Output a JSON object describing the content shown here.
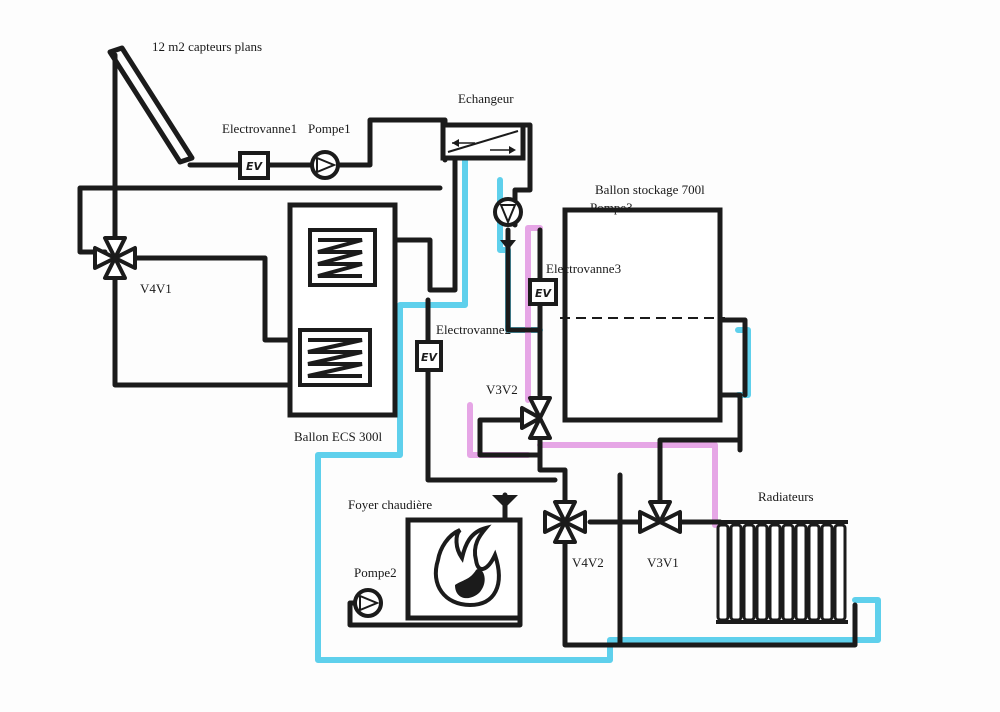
{
  "labels": {
    "collectors": "12 m2 capteurs plans",
    "electrovanne1": "Electrovanne1",
    "pompe1": "Pompe1",
    "echangeur": "Echangeur",
    "ballon_stockage": "Ballon stockage 700l",
    "pompe3": "Pompe3",
    "electrovanne3": "Electrovanne3",
    "v4v1": "V4V1",
    "electrovanne2": "Electrovanne2",
    "v3v2": "V3V2",
    "ballon_ecs": "Ballon ECS 300l",
    "foyer": "Foyer chaudière",
    "pompe2": "Pompe2",
    "v4v2": "V4V2",
    "v3v1": "V3V1",
    "radiateurs": "Radiateurs"
  },
  "ev_symbol": "EV",
  "colors": {
    "pipe": "#1b1b1b",
    "highlight_blue": "#5fd0ec",
    "highlight_pink": "#e6a6e6",
    "paper": "#fdfdfd"
  }
}
